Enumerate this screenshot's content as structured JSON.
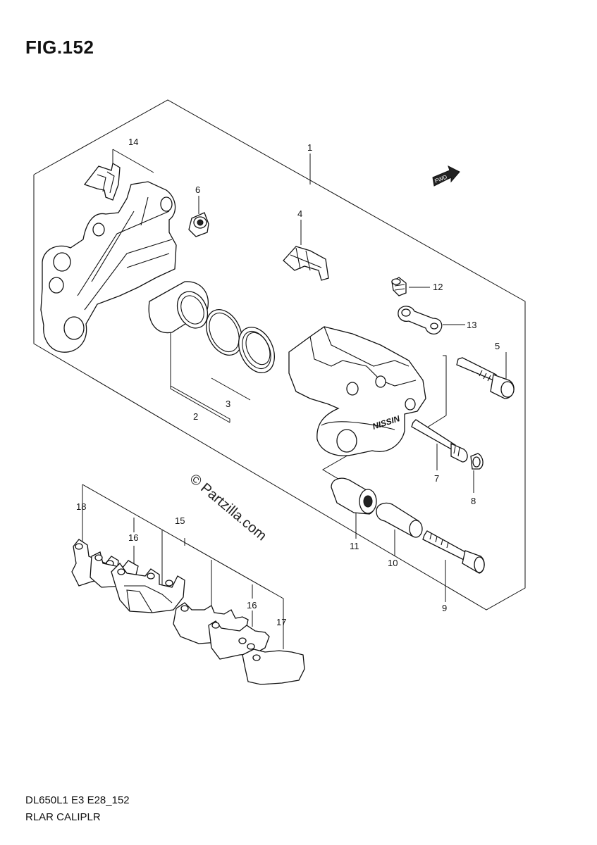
{
  "header": {
    "figure_title": "FIG.152"
  },
  "footer": {
    "model_code": "DL650L1 E3 E28_152",
    "part_group": "RLAR CALIPLR"
  },
  "watermark": {
    "text": "© Partzilla.com"
  },
  "fwd_badge": {
    "text": "FWD"
  },
  "logo_on_caliper": {
    "text": "NISSIN"
  },
  "callouts": {
    "c1": "1",
    "c2": "2",
    "c3": "3",
    "c4": "4",
    "c5": "5",
    "c6": "6",
    "c7": "7",
    "c8": "8",
    "c9": "9",
    "c10": "10",
    "c11": "11",
    "c12": "12",
    "c13": "13",
    "c14": "14",
    "c15": "15",
    "c16a": "16",
    "c16b": "16",
    "c17": "17",
    "c18": "18"
  }
}
